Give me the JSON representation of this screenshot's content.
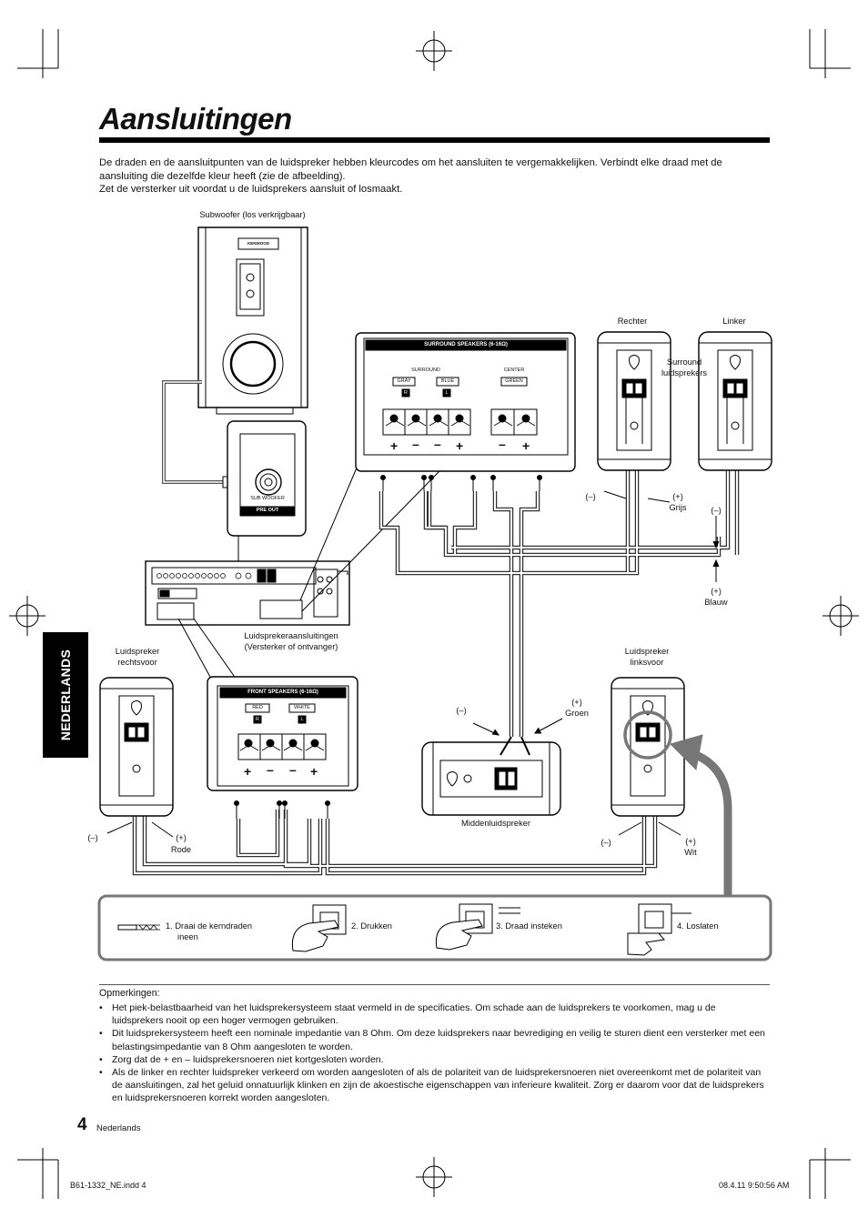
{
  "title": "Aansluitingen",
  "intro": [
    "De draden en de aansluitpunten van de luidspreker hebben kleurcodes om het aansluiten te vergemakkelijken. Verbindt elke draad met de aansluiting die dezelfde kleur heeft (zie de afbeelding).",
    "Zet de versterker uit voordat u de luidsprekers aansluit of losmaakt."
  ],
  "side_tab": "NEDERLANDS",
  "diagram": {
    "subwoofer_label": "Subwoofer (los verkrijgbaar)",
    "kenwood_logo": "KENWOOD",
    "sub_woofer_jack": "SUB WOOFER",
    "pre_out": "PRE OUT",
    "speaker_terminals_label": [
      "Luidsprekeraansluitingen",
      "(Versterker of ontvanger)"
    ],
    "surround_panel": {
      "header": "SURROUND SPEAKERS (6-16Ω)",
      "surround": "SURROUND",
      "center": "CENTER",
      "gray": "GRAY",
      "blue": "BLUE",
      "green": "GREEN",
      "r": "R",
      "l": "L",
      "polarity": [
        "+",
        "–",
        "–",
        "+",
        "–",
        "+"
      ]
    },
    "front_panel": {
      "header": "FRONT SPEAKERS (6-16Ω)",
      "red": "RED",
      "white": "WHITE",
      "r": "R",
      "l": "L",
      "polarity": [
        "+",
        "–",
        "–",
        "+"
      ]
    },
    "rechter": "Rechter",
    "linker": "Linker",
    "surround_speakers": [
      "Surround",
      "luidsprekers"
    ],
    "minus": "(–)",
    "plus": "(+)",
    "grijs": "Grijs",
    "blauw": "Blauw",
    "groen": "Groen",
    "rode": "Rode",
    "wit": "Wit",
    "front_right": [
      "Luidspreker",
      "rechtsvoor"
    ],
    "front_left": [
      "Luidspreker",
      "linksvoor"
    ],
    "center_speaker": "Middenluidspreker",
    "steps": [
      [
        "1.  Draai de kerndraden",
        "ineen"
      ],
      [
        "2. Drukken"
      ],
      [
        "3.  Draad insteken"
      ],
      [
        "4. Loslaten"
      ]
    ]
  },
  "notes_heading": "Opmerkingen:",
  "notes": [
    "Het piek-belastbaarheid van het luidsprekersysteem staat vermeld in de specificaties. Om schade aan de luidsprekers te voorkomen, mag u de luidsprekers nooit op een hoger vermogen gebruiken.",
    "Dit luidsprekersysteem heeft een nominale impedantie van 8 Ohm. Om deze luidsprekers naar bevrediging en veilig te sturen dient een versterker met een belastingsimpedantie van 8 Ohm aangesloten te worden.",
    "Zorg dat de + en – luidsprekersnoeren niet kortgesloten worden.",
    "Als de linker en rechter luidspreker verkeerd om worden aangesloten of als de polariteit van de luidsprekersnoeren niet overeenkomt met de polariteit van de aansluitingen, zal het geluid onnatuurlijk klinken en zijn de akoestische eigenschappen van inferieure kwaliteit. Zorg er daarom voor dat de luidsprekers en luidsprekersnoeren korrekt worden aangesloten."
  ],
  "page_number": "4",
  "page_language": "Nederlands",
  "slug_left": "B61-1332_NE.indd   4",
  "slug_right": "08.4.11   9:50:56 AM"
}
